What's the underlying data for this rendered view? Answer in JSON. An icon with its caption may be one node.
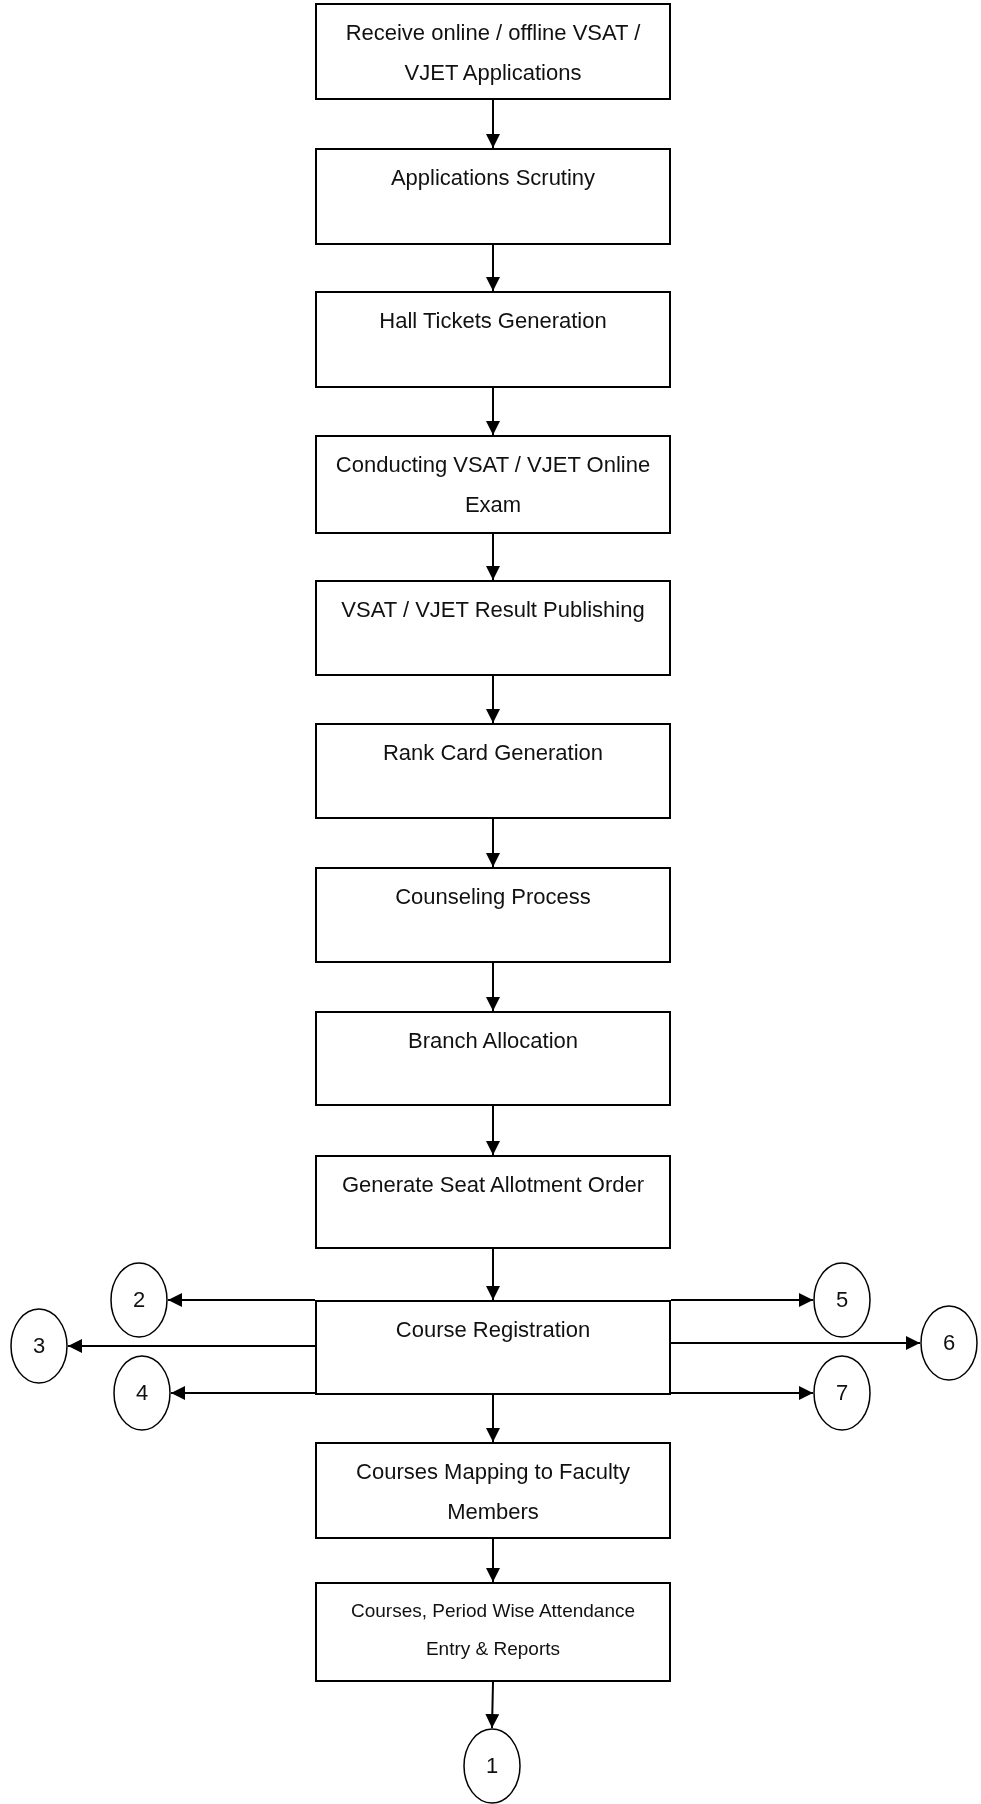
{
  "diagram": {
    "nodes": [
      {
        "text": [
          "Receive online / offline VSAT / VJET Applications"
        ]
      },
      {
        "text": [
          "Applications Scrutiny"
        ]
      },
      {
        "text": [
          "Hall Tickets Generation"
        ]
      },
      {
        "text": [
          "Conducting VSAT / VJET Online Exam"
        ]
      },
      {
        "text": [
          "VSAT / VJET Result Publishing"
        ]
      },
      {
        "text": [
          "Rank Card Generation"
        ]
      },
      {
        "text": [
          "Counseling Process"
        ]
      },
      {
        "text": [
          "Branch Allocation"
        ]
      },
      {
        "text": [
          "Generate Seat Allotment Order"
        ]
      },
      {
        "text": [
          "Course Registration"
        ]
      },
      {
        "text": [
          "Courses Mapping to Faculty Members"
        ]
      },
      {
        "text": [
          "Courses, Period Wise Attendance Entry & Reports"
        ]
      },
      {
        "text": [
          "2"
        ]
      },
      {
        "text": [
          "5"
        ]
      },
      {
        "text": [
          "3"
        ]
      },
      {
        "text": [
          "6"
        ]
      },
      {
        "text": [
          "4"
        ]
      },
      {
        "text": [
          "7"
        ]
      },
      {
        "text": [
          "1"
        ]
      }
    ],
    "edges": [
      {
        "from": 0,
        "to": 1,
        "arrow": "to"
      },
      {
        "from": 1,
        "to": 2,
        "arrow": "to"
      },
      {
        "from": 2,
        "to": 3,
        "arrow": "to"
      },
      {
        "from": 3,
        "to": 4,
        "arrow": "to"
      },
      {
        "from": 4,
        "to": 5,
        "arrow": "to"
      },
      {
        "from": 5,
        "to": 6,
        "arrow": "to"
      },
      {
        "from": 6,
        "to": 7,
        "arrow": "to"
      },
      {
        "from": 7,
        "to": 8,
        "arrow": "to"
      },
      {
        "from": 8,
        "to": 9,
        "arrow": "to"
      },
      {
        "from": 9,
        "to": 12,
        "arrow": "to"
      },
      {
        "from": 9,
        "to": 13,
        "arrow": "to"
      },
      {
        "from": 9,
        "to": 14,
        "arrow": "to"
      },
      {
        "from": 9,
        "to": 15,
        "arrow": "to"
      },
      {
        "from": 9,
        "to": 16,
        "arrow": "to"
      },
      {
        "from": 9,
        "to": 17,
        "arrow": "to"
      },
      {
        "from": 9,
        "to": 10,
        "arrow": "to"
      },
      {
        "from": 10,
        "to": 11,
        "arrow": "to"
      },
      {
        "from": 11,
        "to": 18,
        "arrow": "to"
      }
    ]
  }
}
